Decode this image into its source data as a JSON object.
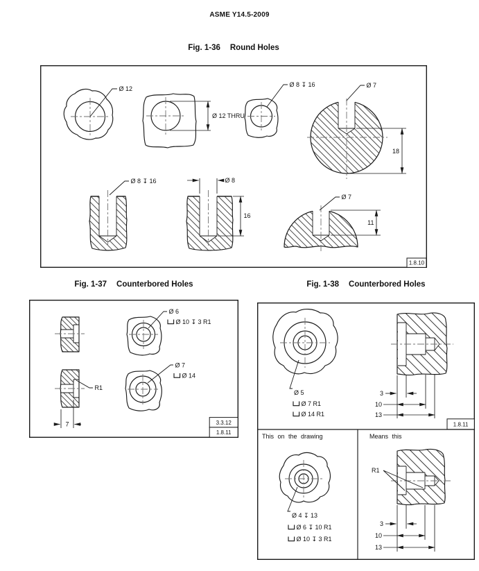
{
  "page": {
    "header": "ASME Y14.5-2009"
  },
  "icons": {
    "counterbore-icon": "open-top rectangle (⌴)",
    "depth-symbol": "↧",
    "diameter-symbol": "Ø"
  },
  "fig136": {
    "label": "Fig. 1-36",
    "title": "Round Holes",
    "ref": "1.8.10",
    "callout_dia12": "Ø 12",
    "callout_dia12_thru": "Ø 12  THRU",
    "callout_dia8_depth16_top": "Ø 8 ↧ 16",
    "callout_dia7_right": "Ø 7",
    "dim_18": "18",
    "callout_dia8_depth16_section": "Ø 8 ↧ 16",
    "callout_dia8": "Ø 8",
    "dim_16": "16",
    "callout_dia7_bottom": "Ø 7",
    "dim_11": "11"
  },
  "fig137": {
    "label": "Fig. 1-37",
    "title": "Counterbored Holes",
    "ref_top": "3.3.12",
    "ref_bottom": "1.8.11",
    "callout1_line1": "Ø 6",
    "callout1_line2": "Ø 10 ↧ 3 R1",
    "fillet_label": "R1",
    "dim_thickness": "7",
    "callout2_line1": "Ø 7",
    "callout2_line2": "Ø 14"
  },
  "fig138": {
    "label": "Fig. 1-38",
    "title": "Counterbored Holes",
    "ref": "1.8.11",
    "top": {
      "line1": "Ø 5",
      "line2": "Ø 7 R1",
      "line3": "Ø 14 R1",
      "dim3": "3",
      "dim10": "10",
      "dim13": "13"
    },
    "panel_left_title": "This on the drawing",
    "panel_right_title": "Means this",
    "bottom": {
      "line1": "Ø 4 ↧ 13",
      "line2": "Ø 6 ↧ 10 R1",
      "line3": "Ø 10 ↧ 3 R1",
      "fillet_label": "R1",
      "dim3": "3",
      "dim10": "10",
      "dim13": "13"
    }
  }
}
